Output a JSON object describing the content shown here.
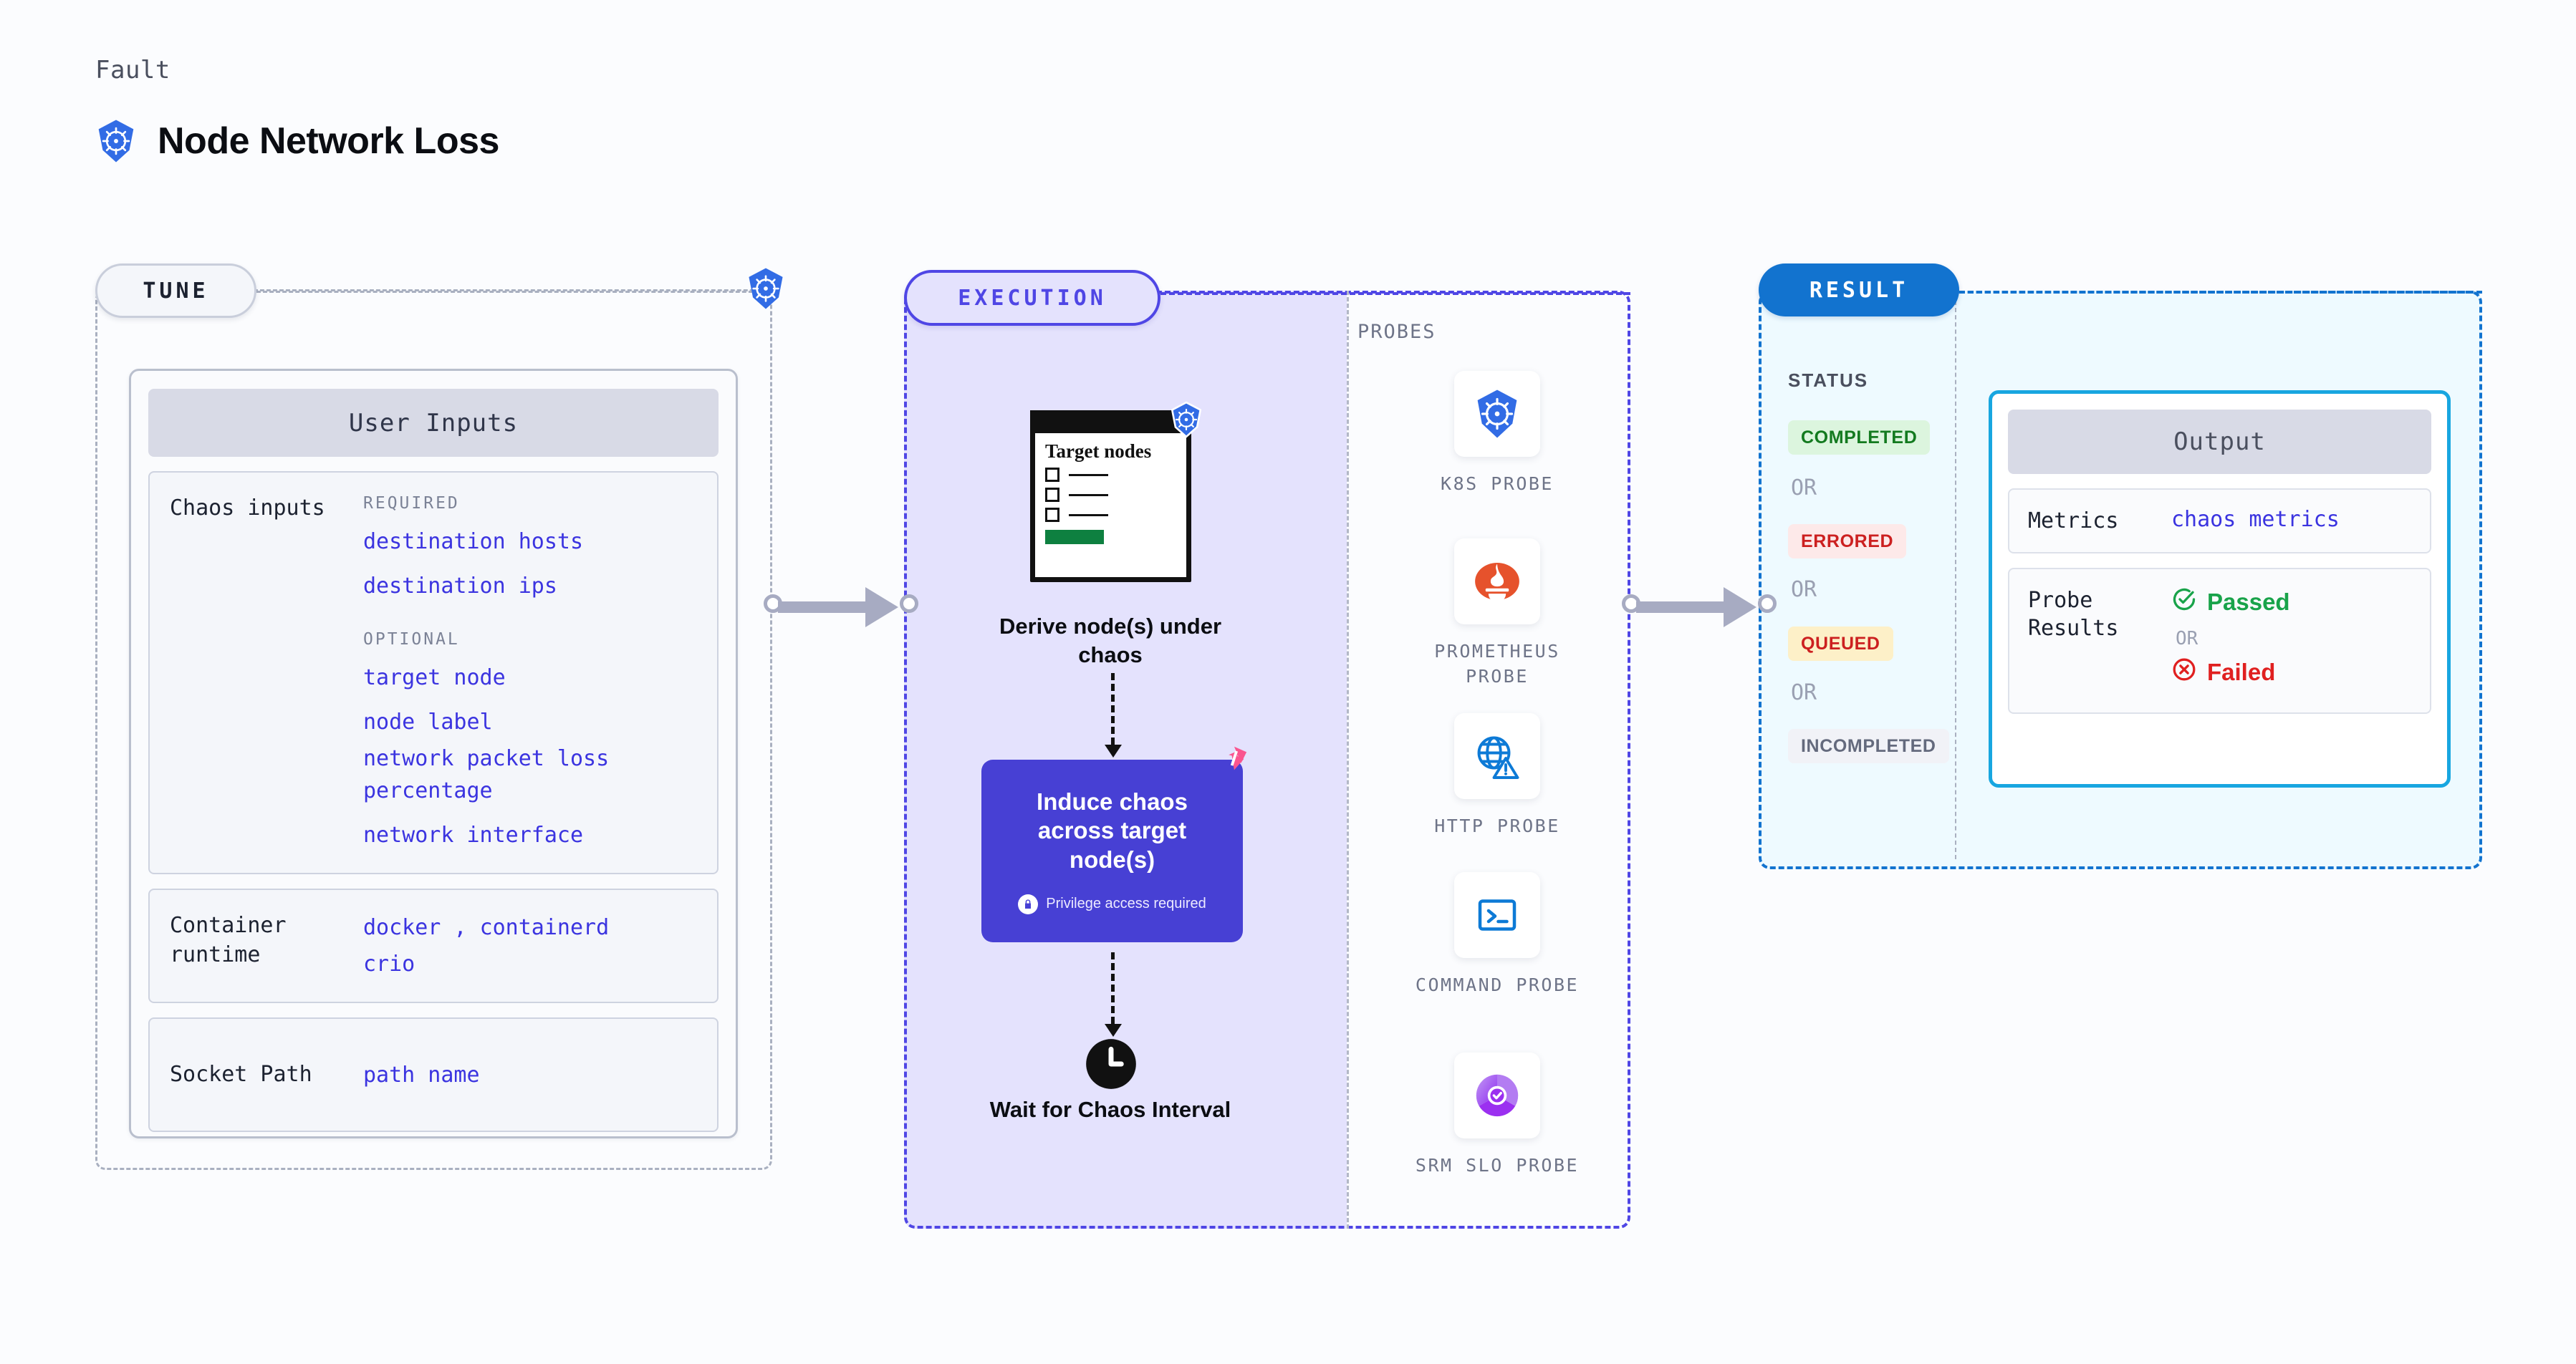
{
  "header": {
    "eyebrow": "Fault",
    "title": "Node Network Loss",
    "logo_icon": "kubernetes-icon"
  },
  "tune": {
    "pill_label": "TUNE",
    "badge_icon": "kubernetes-icon",
    "card_title": "User Inputs",
    "sections": [
      {
        "label": "Chaos inputs",
        "groups": [
          {
            "title": "REQUIRED",
            "values": [
              "destination hosts",
              "destination ips"
            ]
          },
          {
            "title": "OPTIONAL",
            "values": [
              "target node",
              "node label",
              "network packet loss percentage",
              "network interface"
            ]
          }
        ]
      },
      {
        "label": "Container runtime",
        "values_line1": "docker",
        "separator": ",",
        "values_line1b": "containerd",
        "values_line2": "crio"
      },
      {
        "label": "Socket Path",
        "value": "path name"
      }
    ]
  },
  "execution": {
    "pill_label": "EXECUTION",
    "target_card": {
      "heading": "Target nodes",
      "badge_icon": "kubernetes-icon"
    },
    "steps": [
      {
        "caption": "Derive node(s) under chaos"
      },
      {
        "caption": "Wait for Chaos Interval",
        "icon": "clock-icon"
      }
    ],
    "chaos_box": {
      "title": "Induce chaos across target node(s)",
      "note": "Privilege access required",
      "note_icon": "lock-icon",
      "brand_icon": "harness-icon",
      "color": "#4740d4"
    },
    "probes_title": "PROBES",
    "probes": [
      {
        "label": "K8S PROBE",
        "icon": "kubernetes-icon"
      },
      {
        "label": "PROMETHEUS PROBE",
        "icon": "prometheus-icon"
      },
      {
        "label": "HTTP PROBE",
        "icon": "globe-warning-icon"
      },
      {
        "label": "COMMAND PROBE",
        "icon": "terminal-icon"
      },
      {
        "label": "SRM SLO PROBE",
        "icon": "slo-donut-icon"
      }
    ]
  },
  "result": {
    "pill_label": "RESULT",
    "status_title": "STATUS",
    "or_label": "OR",
    "statuses": [
      {
        "label": "COMPLETED",
        "bg": "#dcf5de",
        "fg": "#137a1f"
      },
      {
        "label": "ERRORED",
        "bg": "#fde9e9",
        "fg": "#cc2020"
      },
      {
        "label": "QUEUED",
        "bg": "#fdf0c8",
        "fg": "#cc2020"
      },
      {
        "label": "INCOMPLETED",
        "bg": "#f1f2f7",
        "fg": "#646a7d"
      }
    ],
    "output": {
      "title": "Output",
      "metrics_label": "Metrics",
      "metrics_value": "chaos metrics",
      "probe_results_label": "Probe Results",
      "passed_label": "Passed",
      "failed_label": "Failed",
      "or_label": "OR",
      "passed_icon": "check-circle-icon",
      "failed_icon": "x-circle-icon"
    }
  },
  "colors": {
    "accent_purple": "#4f46e5",
    "accent_blue": "#1273cf",
    "k8s_blue": "#326ce5",
    "value_blue": "#3b34e0"
  }
}
